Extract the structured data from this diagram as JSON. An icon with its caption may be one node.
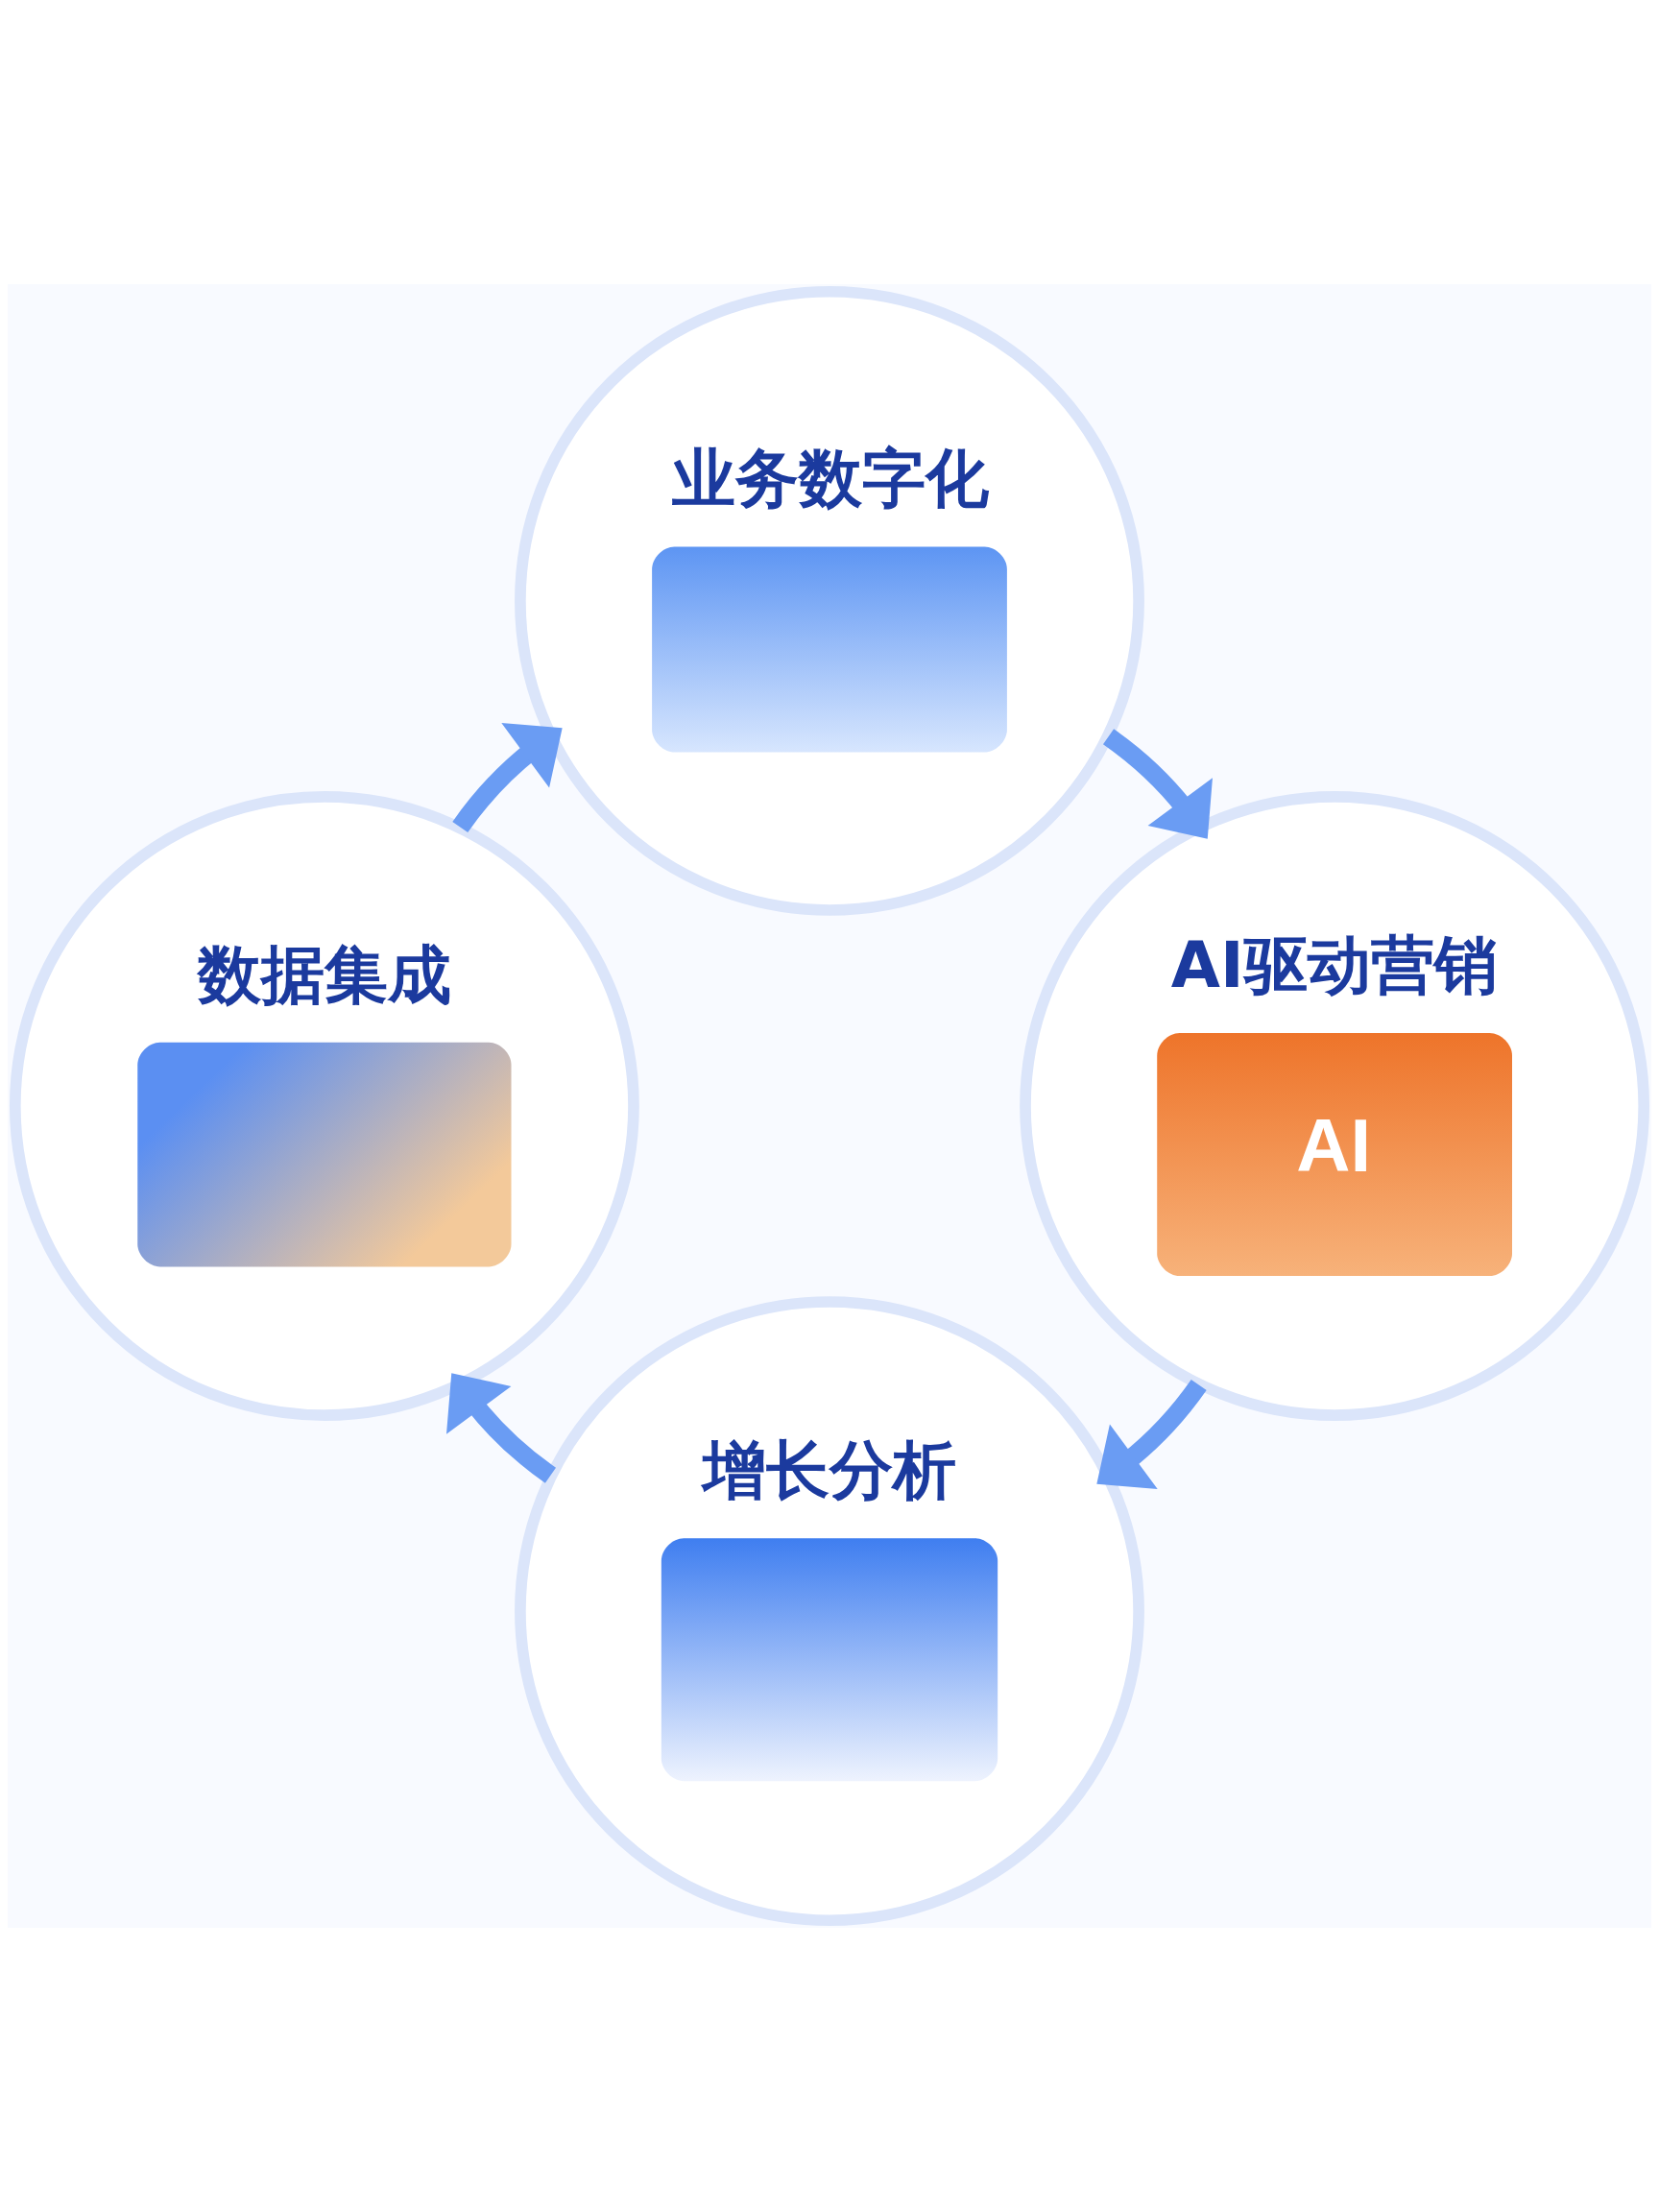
{
  "diagram": {
    "nodes": [
      {
        "text": [
          "业务数字化"
        ]
      },
      {
        "text": [
          "数据集成"
        ]
      },
      {
        "text": [
          "AI驱动营销",
          "AI"
        ]
      },
      {
        "text": [
          "增长分析"
        ]
      }
    ],
    "edges": [
      {
        "from": 1,
        "to": 0,
        "arrow": "to"
      },
      {
        "from": 0,
        "to": 2,
        "arrow": "to"
      },
      {
        "from": 2,
        "to": 3,
        "arrow": "to"
      },
      {
        "from": 3,
        "to": 1,
        "arrow": "to"
      }
    ]
  }
}
